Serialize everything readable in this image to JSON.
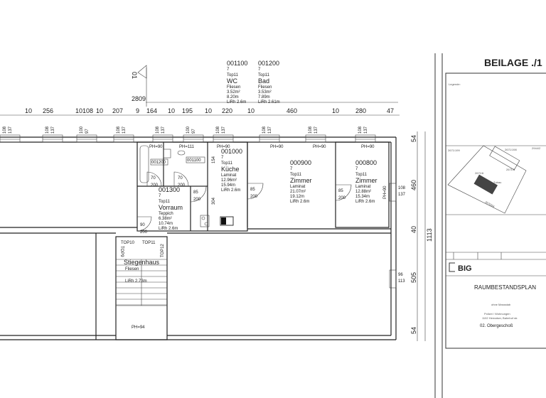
{
  "plan": {
    "overall_width": "2809",
    "section_mark": "01",
    "top_dimensions": [
      "10",
      "256",
      "10",
      "108",
      "10",
      "207",
      "9",
      "164",
      "10",
      "195",
      "10",
      "220",
      "10",
      "460",
      "10",
      "280",
      "47"
    ],
    "window_labels": [
      [
        "108",
        "137"
      ],
      [
        "108",
        "137"
      ],
      [
        "100",
        "97"
      ],
      [
        "108",
        "137"
      ],
      [
        "108",
        "137"
      ],
      [
        "100",
        "97"
      ],
      [
        "108",
        "137"
      ],
      [
        "108",
        "137"
      ],
      [
        "108",
        "137"
      ],
      [
        "108",
        "137"
      ]
    ],
    "right_dimensions": [
      "54",
      "460",
      "40",
      "505",
      "54"
    ],
    "right_total": "1113",
    "right_windows": [
      [
        "108",
        "137"
      ],
      [
        "96",
        "113"
      ]
    ],
    "ph_labels": [
      "PH=90",
      "PH=111",
      "PH=90",
      "PH=90",
      "PH=90",
      "PH=90",
      "PH=90",
      "PH=94"
    ],
    "door_labels": [
      [
        "85",
        "200"
      ],
      [
        "85",
        "200"
      ],
      [
        "85",
        "200"
      ],
      [
        "70",
        "200"
      ],
      [
        "70",
        "200"
      ],
      [
        "90",
        "200"
      ]
    ],
    "kitchen_dims": [
      "154",
      "304"
    ],
    "small_tags": [
      "001200",
      "001100"
    ],
    "stair_labels": [
      "TOP10",
      "TOP11",
      "TOP9",
      "TOP12"
    ],
    "rooms": [
      {
        "id": "001100",
        "num": "7",
        "top": "Top11",
        "name": "WC",
        "floor": "Fliesen",
        "area": "3.52m²",
        "perim": "8.20m",
        "height": "LiRh 2.6m"
      },
      {
        "id": "001200",
        "num": "7",
        "top": "Top11",
        "name": "Bad",
        "floor": "Fliesen",
        "area": "3.53m²",
        "perim": "7.89m",
        "height": "LiRh 2.61m"
      },
      {
        "id": "001000",
        "num": "7",
        "top": "Top11",
        "name": "Küche",
        "floor": "Laminat",
        "area": "12.96m²",
        "perim": "15.94m",
        "height": "LiRh 2.6m"
      },
      {
        "id": "000900",
        "num": "7",
        "top": "Top11",
        "name": "Zimmer",
        "floor": "Laminat",
        "area": "21.07m²",
        "perim": "19.12m",
        "height": "LiRh 2.6m"
      },
      {
        "id": "000800",
        "num": "7",
        "top": "Top11",
        "name": "Zimmer",
        "floor": "Laminat",
        "area": "12.88m²",
        "perim": "15.34m",
        "height": "LiRh 2.6m"
      },
      {
        "id": "001300",
        "num": "7",
        "top": "Top11",
        "name": "Vorraum",
        "floor": "Teppich",
        "area": "6.38m²",
        "perim": "10.74m",
        "height": "LiRh 2.6m"
      },
      {
        "name": "Stiegenhaus",
        "floor": "Fliesen",
        "height": "LiRh 2.73m"
      }
    ]
  },
  "title_block": {
    "beilage": "BEILAGE ./1",
    "legend_label": "Legende:",
    "parcels": [
      "2671/199",
      "2671/198",
      "2944/2",
      "2671/5",
      "2671/6",
      "Zubau",
      "2670/94"
    ],
    "logo": "BIG",
    "plan_title": "RAUMBESTANDSPLAN",
    "scale": "ohne Massstab",
    "object": "Polizei / Wohnungen",
    "address": "1102 Hernalser, Bahnhof str.",
    "floor": "02. Obergeschoß"
  }
}
